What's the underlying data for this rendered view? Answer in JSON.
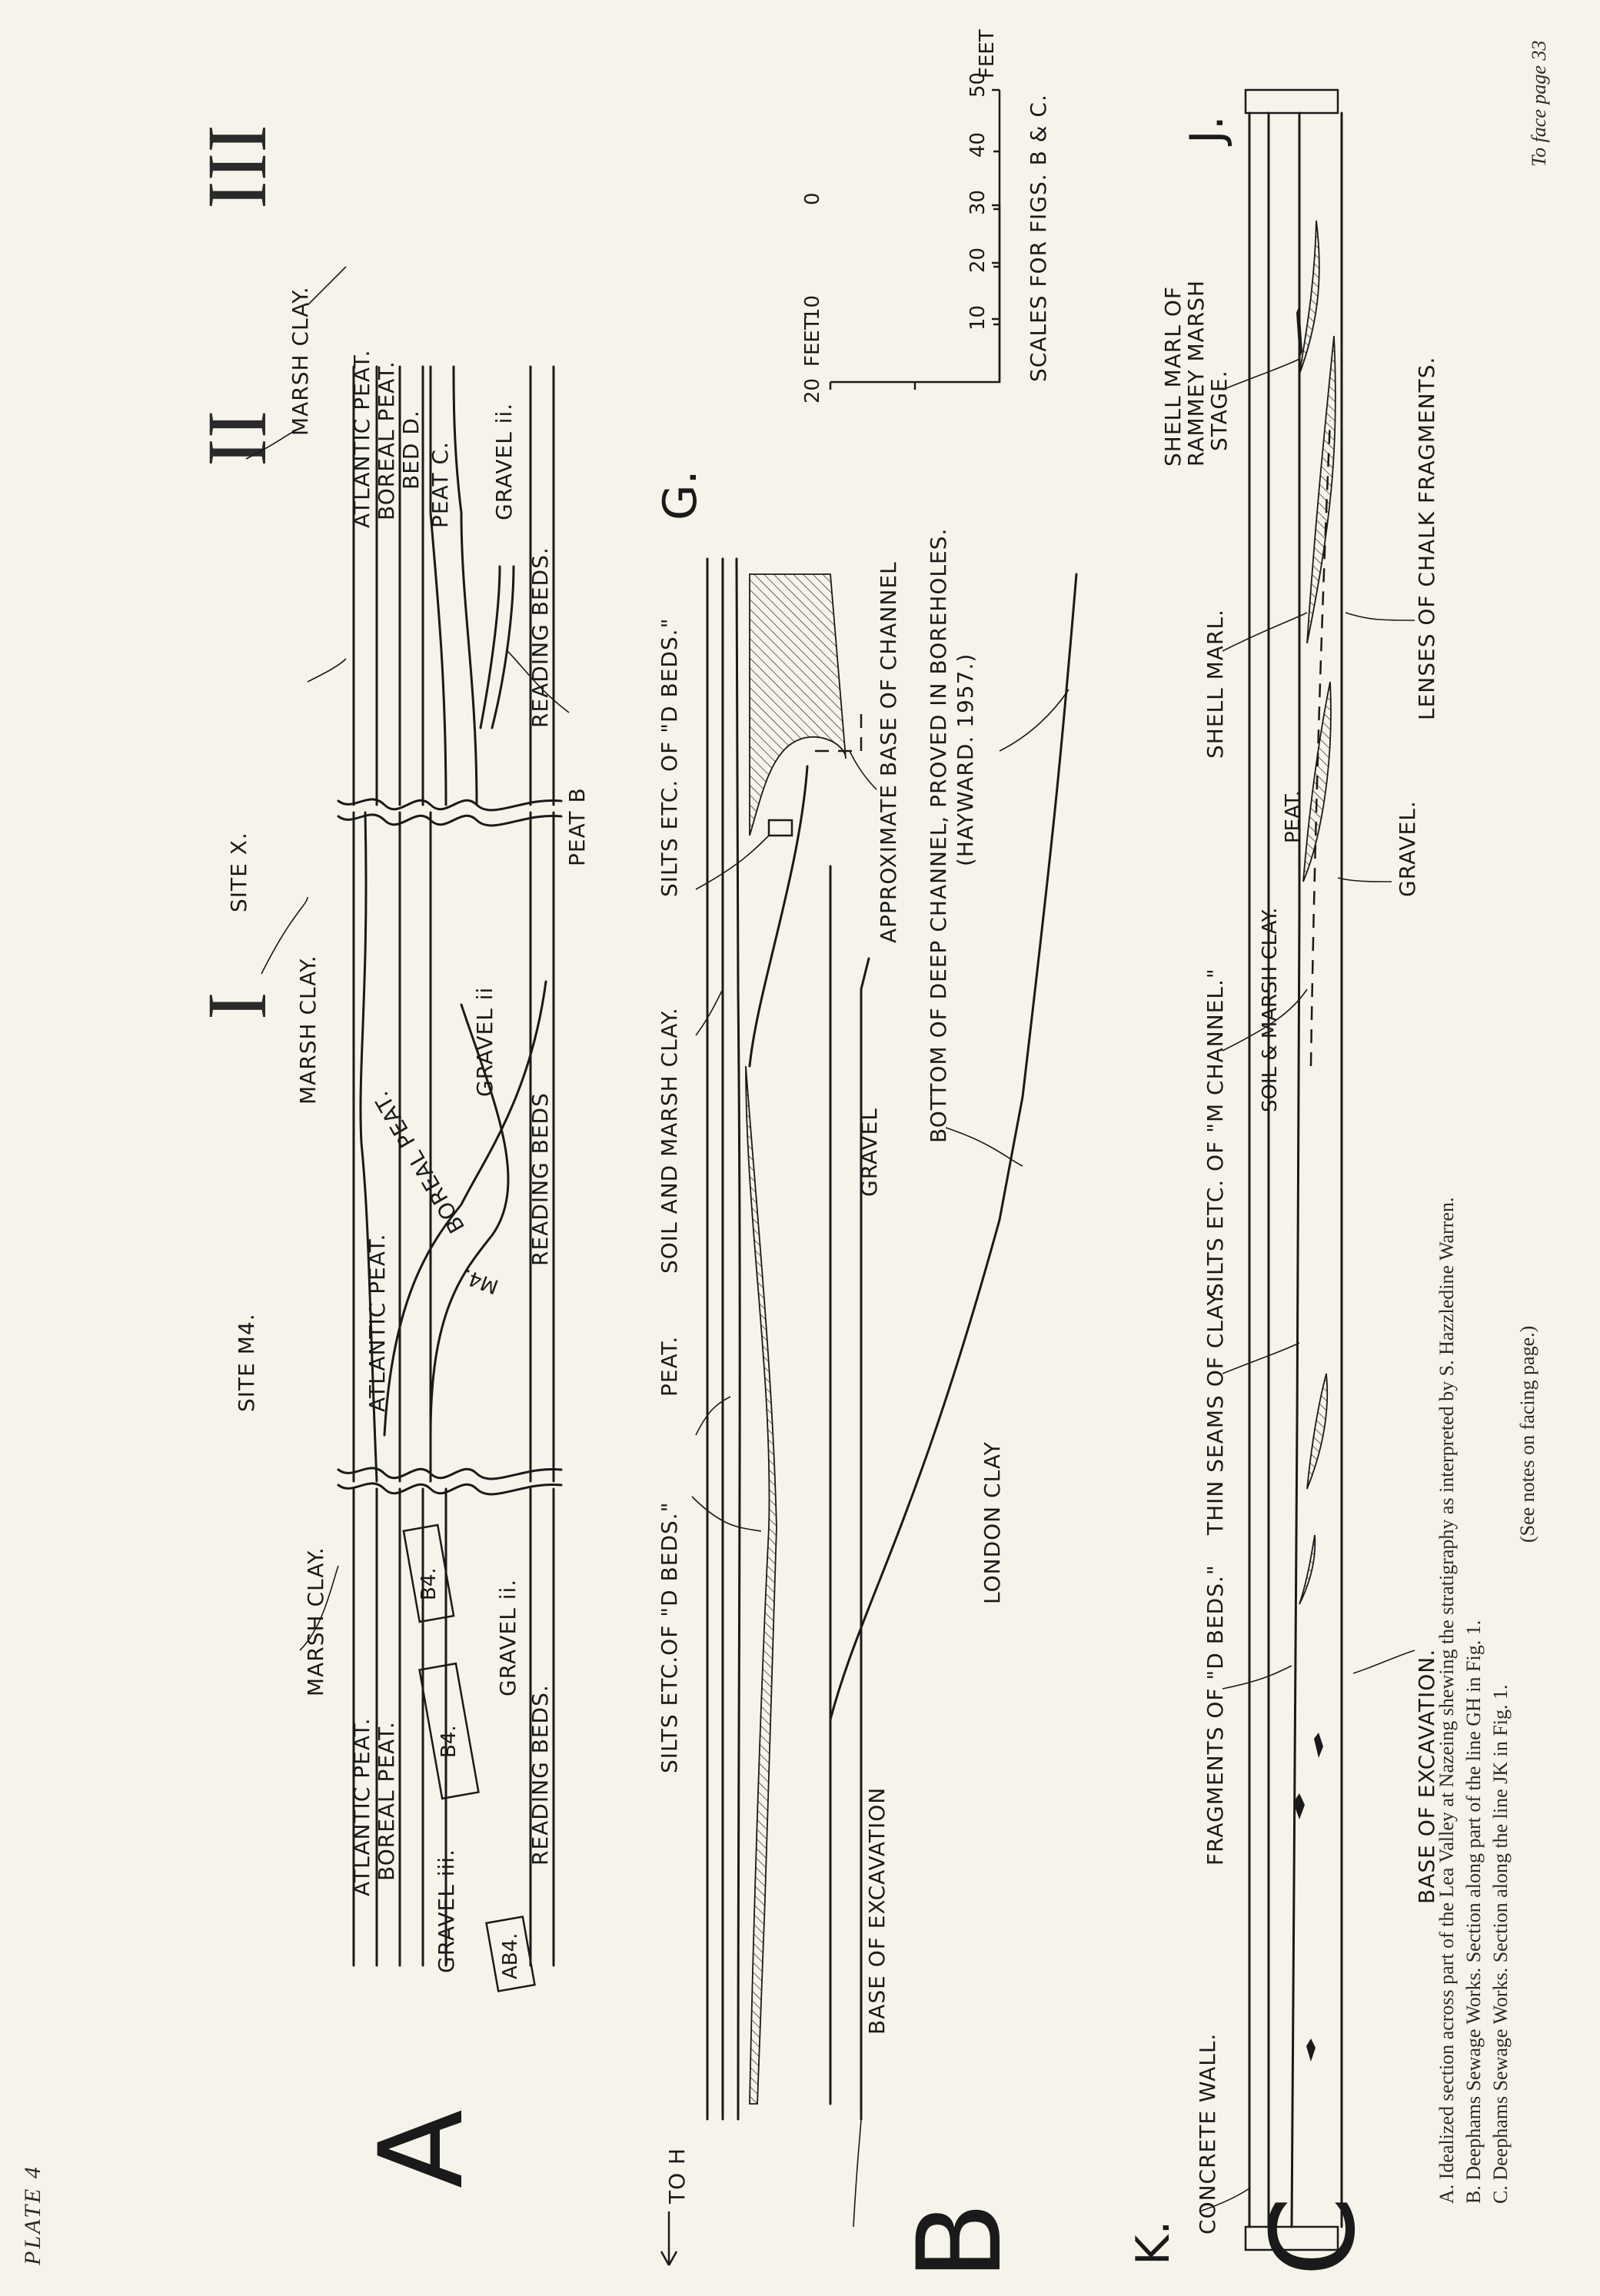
{
  "plate_label": "PLATE 4",
  "face_page": "To face page 33",
  "figure_letters": {
    "a": "A",
    "b": "B",
    "c": "C"
  },
  "fig_a": {
    "roman": [
      "I",
      "II",
      "III"
    ],
    "labels": {
      "marsh_clay_1": "MARSH CLAY.",
      "atlantic_peat_1": "ATLANTIC  PEAT.",
      "boreal_peat_1": "BOREAL PEAT.",
      "gravel_iii": "GRAVEL iii.",
      "ab4": "AB4.",
      "b4_a": "B4.",
      "b4_b": "B4.",
      "gravel_ii_1": "GRAVEL ii.",
      "reading_beds_1": "READING BEDS.",
      "site_m4": "SITE M4.",
      "marsh_clay_2": "MARSH CLAY.",
      "atlantic_peat_2": "ATLANTIC  PEAT.",
      "boreal_peat_2": "BOREAL PEAT.",
      "m4": "M4.",
      "gravel_ii_2": "GRAVEL ii",
      "reading_beds_2": "READING  BEDS",
      "site_x": "SITE X.",
      "marsh_clay_3": "MARSH CLAY.",
      "atlantic_peat_3": "ATLANTIC    PEAT.",
      "boreal_peat_3": "BOREAL PEAT.",
      "bed_d": "BED  D.",
      "peat_c": "PEAT  C.",
      "peat_b": "PEAT B",
      "gravel_ii_3": "GRAVEL ii.",
      "reading_beds_3": "READING  BEDS."
    }
  },
  "fig_b": {
    "to_h": "TO H",
    "g": "G.",
    "labels": {
      "silts_d_1": "SILTS ETC.OF \"D BEDS.\"",
      "peat": "PEAT.",
      "soil_marsh": "SOIL  AND  MARSH  CLAY.",
      "silts_d_2": "SILTS  ETC. OF \"D BEDS.\"",
      "approx_base": "APPROXIMATE  BASE  OF  CHANNEL",
      "gravel": "GRAVEL",
      "bottom_deep_1": "BOTTOM OF DEEP CHANNEL, PROVED IN BOREHOLES.",
      "bottom_deep_2": "(HAYWARD. 1957.)",
      "london_clay": "LONDON  CLAY",
      "base_excavation": "BASE  OF  EXCAVATION"
    }
  },
  "scales": {
    "vertical_ticks": [
      "20",
      "10",
      "0"
    ],
    "vertical_unit": "FEET",
    "horizontal_ticks": [
      "10",
      "20",
      "30",
      "40",
      "50"
    ],
    "horizontal_unit": "FEET",
    "caption": "SCALES FOR FIGS. B & C."
  },
  "fig_c": {
    "k": "K.",
    "j": "J.",
    "labels": {
      "concrete_wall": "CONCRETE WALL.",
      "base_excavation": "BASE  OF  EXCAVATION.",
      "fragments_d": "FRAGMENTS OF \"D BEDS.\"",
      "thin_seams": "THIN SEAMS OF CLAY.",
      "silts_m": "SILTS ETC. OF \"M  CHANNEL.\"",
      "soil_marsh": "SOIL & MARSH CLAY.",
      "peat": "PEAT.",
      "gravel": "GRAVEL.",
      "shell_marl": "SHELL  MARL.",
      "lenses": "LENSES  OF CHALK FRAGMENTS.",
      "shell_marl_r1": "SHELL MARL OF",
      "shell_marl_r2": "RAMMEY MARSH",
      "shell_marl_r3": "STAGE."
    }
  },
  "captions": [
    "A.  Idealized section across part of the Lea Valley at Nazeing shewing the stratigraphy as interpreted by S. Hazzledine Warren.",
    "B.  Deephams Sewage Works.  Section along part of the line GH in Fig. 1.",
    "C.  Deephams Sewage Works.  Section along the line JK in Fig. 1.",
    "(See notes on facing page.)"
  ]
}
